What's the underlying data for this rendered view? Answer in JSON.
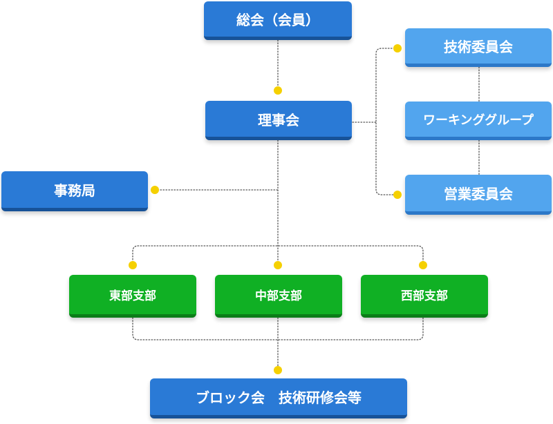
{
  "diagram": {
    "colors": {
      "primary": "#2a7ad6",
      "secondary": "#52a5ee",
      "branch": "#10b024",
      "connector_dot": "#f5d000",
      "line": "#555555"
    },
    "nodes": {
      "general_assembly": "総会（会員）",
      "board": "理事会",
      "secretariat": "事務局",
      "tech_committee": "技術委員会",
      "working_group": "ワーキンググループ",
      "sales_committee": "営業委員会",
      "east_branch": "東部支部",
      "central_branch": "中部支部",
      "west_branch": "西部支部",
      "block_meetings": "ブロック会　技術研修会等"
    }
  }
}
